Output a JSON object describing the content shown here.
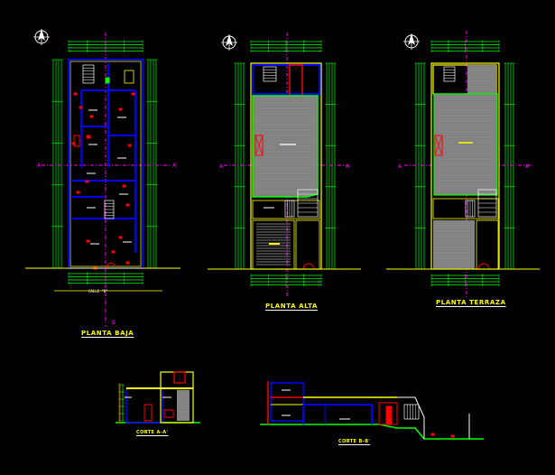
{
  "drawing": {
    "background": "#000000",
    "colors": {
      "wall": "#0000ff",
      "outline": "#ffff00",
      "dimension": "#00ff00",
      "axis": "#ff00ff",
      "annotation": "#ff0000",
      "text": "#ffffff",
      "hatch": "#808080",
      "stair": "#ffffff"
    },
    "titles": {
      "planta_baja": "PLANTA BAJA",
      "planta_alta": "PLANTA ALTA",
      "planta_terraza": "PLANTA TERRAZA",
      "corte_a": "CORTE A-A'",
      "corte_b": "CORTE B-B'"
    },
    "axis_labels": {
      "planta_baja": [
        "A",
        "A'"
      ],
      "planta_alta": [
        "A",
        "A'"
      ],
      "planta_terraza": [
        "A",
        "A'"
      ],
      "planta_baja_bottom": "B"
    },
    "icons": [
      "north-arrow-icon",
      "north-arrow-icon",
      "north-arrow-icon"
    ]
  }
}
